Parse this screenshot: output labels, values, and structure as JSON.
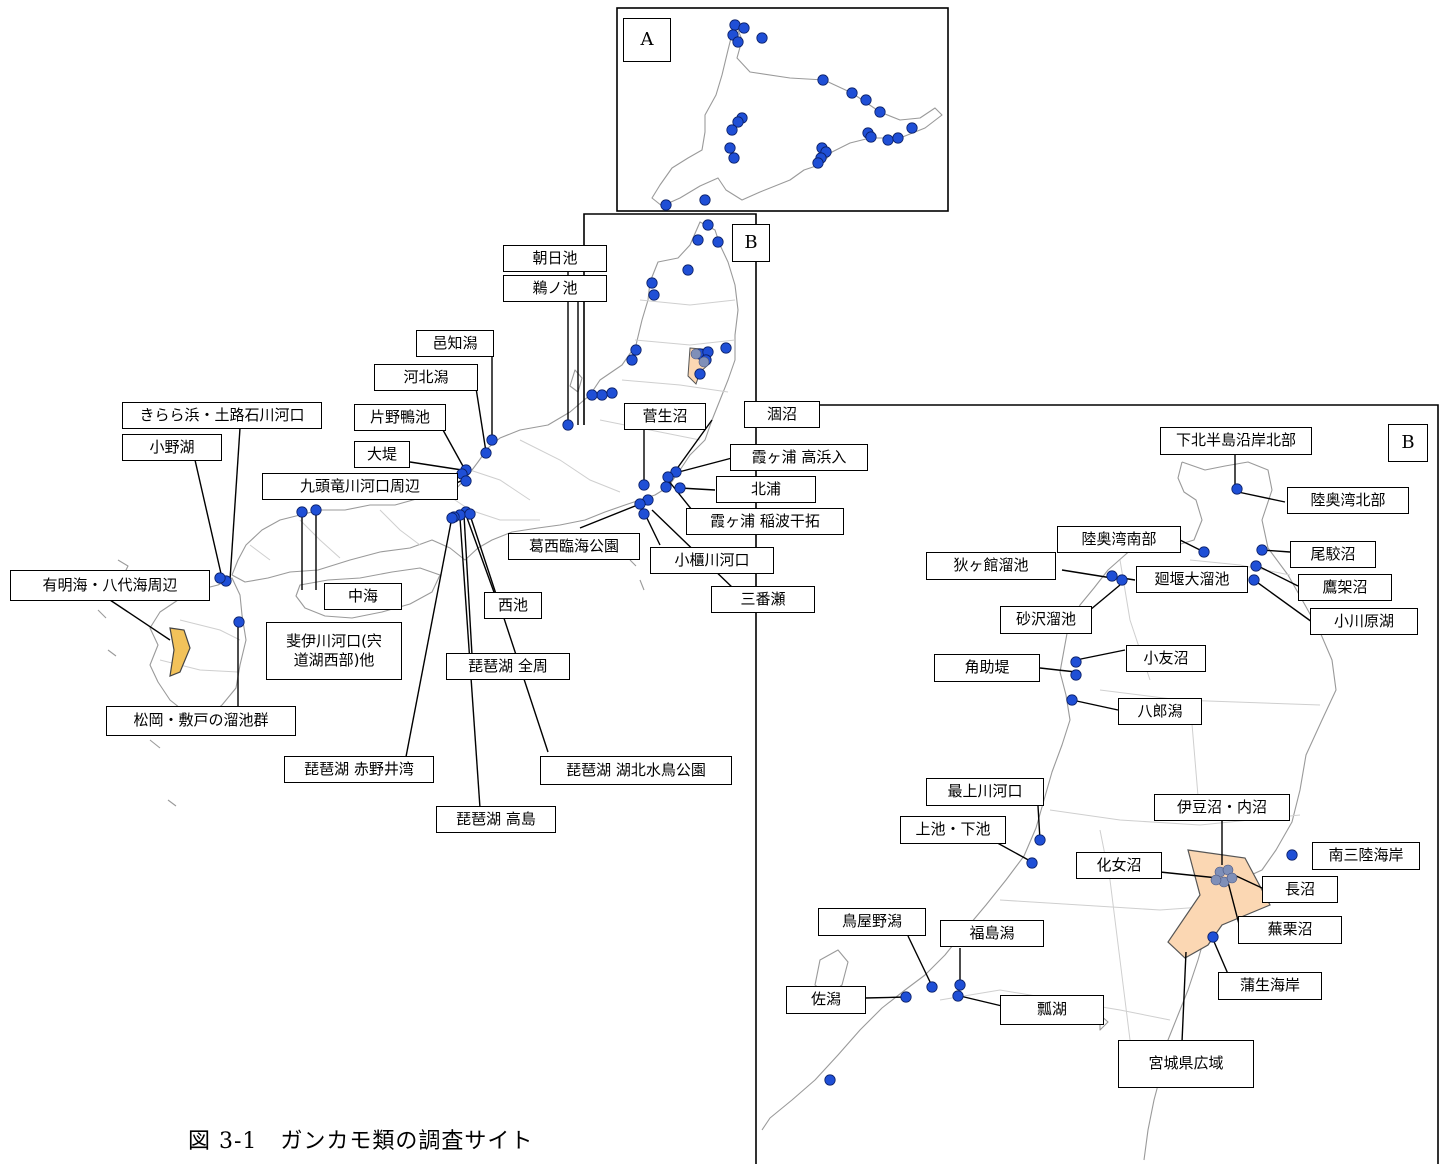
{
  "caption": "図 3-1　ガンカモ類の調査サイト",
  "colors": {
    "site_dot": "#1f4fd6",
    "area_fill": "#fbd7b3",
    "area_fill_kyushu": "#f2c25a",
    "coast_line": "#9a9a9a",
    "border_line": "#cfcfcf"
  },
  "panels": {
    "a": "A",
    "b_small": "B",
    "b_large": "B"
  },
  "labels": {
    "asahi": "朝日池",
    "unoike": "鵜ノ池",
    "ouchi": "邑知潟",
    "kahoku": "河北潟",
    "kirara": "きらら浜・土路石川河口",
    "katano": "片野鴨池",
    "ono": "小野湖",
    "otsutsumi": "大堤",
    "kuzuryu": "九頭竜川河口周辺",
    "ariake": "有明海・八代海周辺",
    "nakaumi": "中海",
    "hii": "斐伊川河口(宍\n道湖西部)他",
    "matsuoka": "松岡・敷戸の溜池群",
    "nishiike": "西池",
    "biwa_zen": "琵琶湖 全周",
    "biwa_akano": "琵琶湖 赤野井湾",
    "biwa_kohoku": "琵琶湖 湖北水鳥公園",
    "biwa_takashima": "琵琶湖 高島",
    "sugao": "菅生沼",
    "hinuma": "涸沼",
    "kasumi_taka": "霞ヶ浦 高浜入",
    "kitaura": "北浦",
    "kasumi_inaba": "霞ヶ浦 稲波干拓",
    "kasai": "葛西臨海公園",
    "obitsu": "小櫃川河口",
    "sanbanze": "三番瀬",
    "shimokita": "下北半島沿岸北部",
    "mutsu_north": "陸奥湾北部",
    "mutsu_south": "陸奥湾南部",
    "obuchi": "尾駮沼",
    "sakadate": "狄ヶ館溜池",
    "mawarizeki": "廻堰大溜池",
    "takahoko": "鷹架沼",
    "sunazawa": "砂沢溜池",
    "ogawara": "小川原湖",
    "kotomo": "小友沼",
    "kakusuke": "角助堤",
    "hachiro": "八郎潟",
    "mogami": "最上川河口",
    "izunuma": "伊豆沼・内沼",
    "kamiike": "上池・下池",
    "minamisanriku": "南三陸海岸",
    "kejo": "化女沼",
    "naganuma": "長沼",
    "toriya": "鳥屋野潟",
    "fukushima": "福島潟",
    "kabukuri": "蕪栗沼",
    "gamo": "蒲生海岸",
    "sakata": "佐潟",
    "hyoko": "瓢湖",
    "miyagi": "宮城県広域"
  }
}
